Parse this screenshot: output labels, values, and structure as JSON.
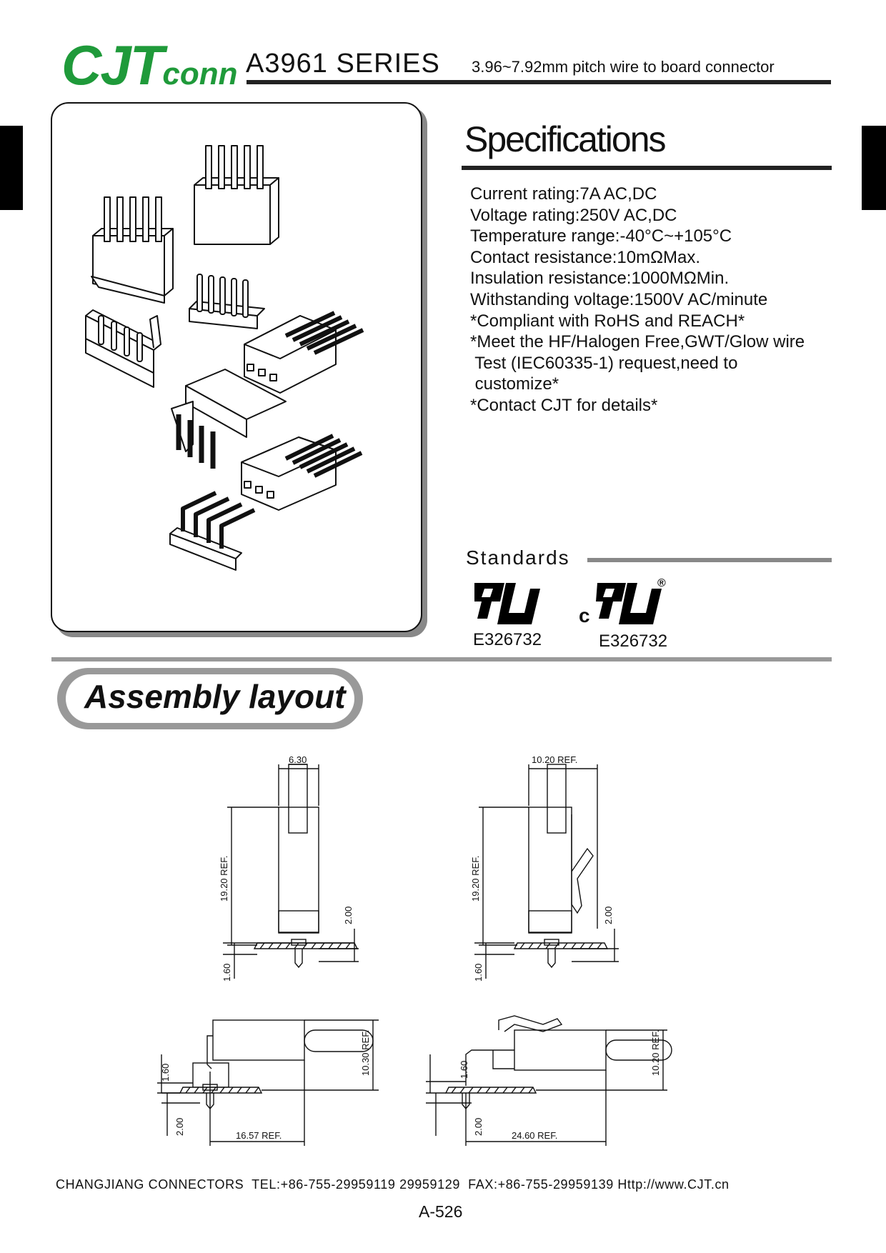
{
  "header": {
    "brand_main": "CJT",
    "brand_sub": "conn",
    "series": "A3961 SERIES",
    "subtitle": "3.96~7.92mm pitch wire to board connector"
  },
  "specifications": {
    "title": "Specifications",
    "items": [
      "Current rating:7A AC,DC",
      "Voltage rating:250V AC,DC",
      "Temperature range:-40°C~+105°C",
      "Contact resistance:10mΩMax.",
      "Insulation resistance:1000MΩMin.",
      "Withstanding voltage:1500V AC/minute",
      "*Compliant with RoHS and REACH*",
      "*Meet the HF/Halogen Free,GWT/Glow wire",
      " Test (IEC60335-1) request,need to",
      " customize*",
      "*Contact CJT for details*"
    ]
  },
  "standards": {
    "title": "Standards",
    "certs": [
      {
        "mark": "UL",
        "number": "E326732"
      },
      {
        "mark": "cUL",
        "prefix": "c",
        "registered": "®",
        "number": "E326732"
      }
    ]
  },
  "assembly": {
    "title": "Assembly layout",
    "dims": {
      "d1_width": "6.30",
      "d1_height": "19.20 REF.",
      "d1_b": "2.00",
      "d1_c": "1.60",
      "d2_width": "10.20 REF.",
      "d2_height": "19.20 REF.",
      "d2_b": "2.00",
      "d2_c": "1.60",
      "d3_a": "1.60",
      "d3_b": "2.00",
      "d3_h": "10.30 REF.",
      "d3_w": "16.57 REF.",
      "d4_a": "1.60",
      "d4_b": "2.00",
      "d4_h": "10.20 REF.",
      "d4_w": "24.60 REF."
    }
  },
  "footer": {
    "contact": "CHANGJIANG CONNECTORS  TEL:+86-755-29959119 29959129  FAX:+86-755-29959139 Http://www.CJT.cn",
    "page": "A-526"
  },
  "colors": {
    "brand_green": "#1f9a3a",
    "rule": "#222222",
    "gray": "#999999"
  }
}
